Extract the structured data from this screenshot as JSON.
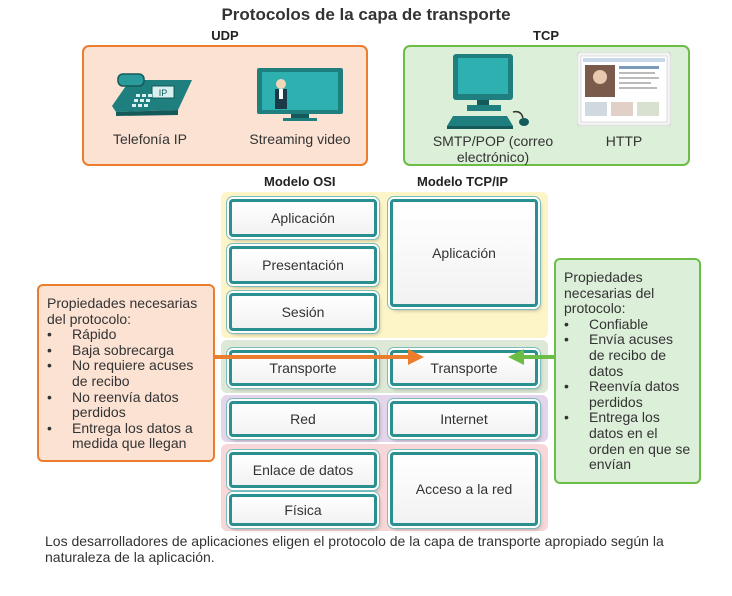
{
  "title": "Protocolos de la capa de transporte",
  "udp": {
    "label": "UDP",
    "apps": [
      "Telefonía IP",
      "Streaming video"
    ]
  },
  "tcp": {
    "label": "TCP",
    "apps": [
      "SMTP/POP (correo electrónico)",
      "HTTP"
    ]
  },
  "osi": {
    "heading": "Modelo OSI",
    "layers": [
      "Aplicación",
      "Presentación",
      "Sesión",
      "Transporte",
      "Red",
      "Enlace de datos",
      "Física"
    ]
  },
  "tcpip": {
    "heading": "Modelo TCP/IP",
    "layers": [
      "Aplicación",
      "Transporte",
      "Internet",
      "Acceso a la red"
    ]
  },
  "udp_properties": {
    "heading": "Propiedades necesarias del protocolo:",
    "items": [
      "Rápido",
      "Baja sobrecarga",
      "No requiere acuses de recibo",
      "No reenvía datos perdidos",
      "Entrega los datos a medida que llegan"
    ]
  },
  "tcp_properties": {
    "heading": "Propiedades necesarias del protocolo:",
    "items": [
      "Confiable",
      "Envía acuses de recibo de datos",
      "Reenvía datos perdidos",
      "Entrega los datos en el orden en que se envían"
    ]
  },
  "footer": "Los desarrolladores de aplicaciones eligen el protocolo de la capa de transporte apropiado según la naturaleza de la aplicación.",
  "colors": {
    "udp_border": "#ec7d2d",
    "udp_fill": "#fbe2d3",
    "tcp_border": "#6cbd45",
    "tcp_fill": "#dcefd9",
    "layer_border": "#2a8f8f",
    "arrow_udp": "#ec7d2d",
    "arrow_tcp": "#6cbd45"
  },
  "icons": {
    "udp": [
      "ip-phone-icon",
      "video-monitor-icon"
    ],
    "tcp": [
      "computer-icon",
      "web-page-icon"
    ]
  }
}
